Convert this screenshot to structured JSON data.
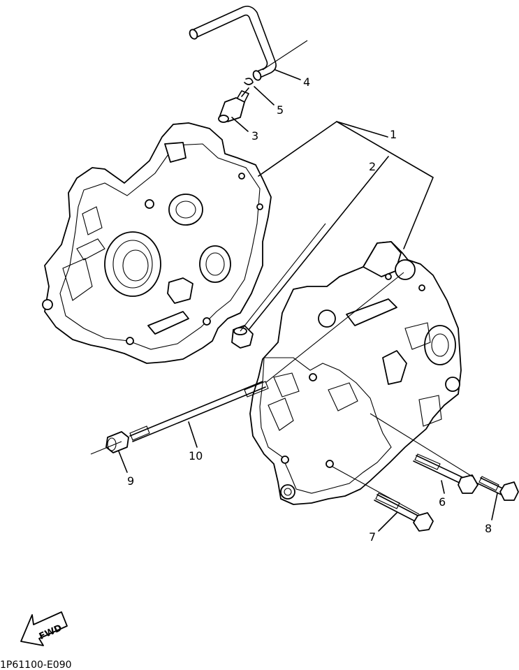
{
  "callouts": {
    "c1": "1",
    "c2": "2",
    "c3": "3",
    "c4": "4",
    "c5": "5",
    "c6": "6",
    "c7": "7",
    "c8": "8",
    "c9": "9",
    "c10": "10"
  },
  "direction_marker": "FWD",
  "diagram_code": "1P61100-E090"
}
